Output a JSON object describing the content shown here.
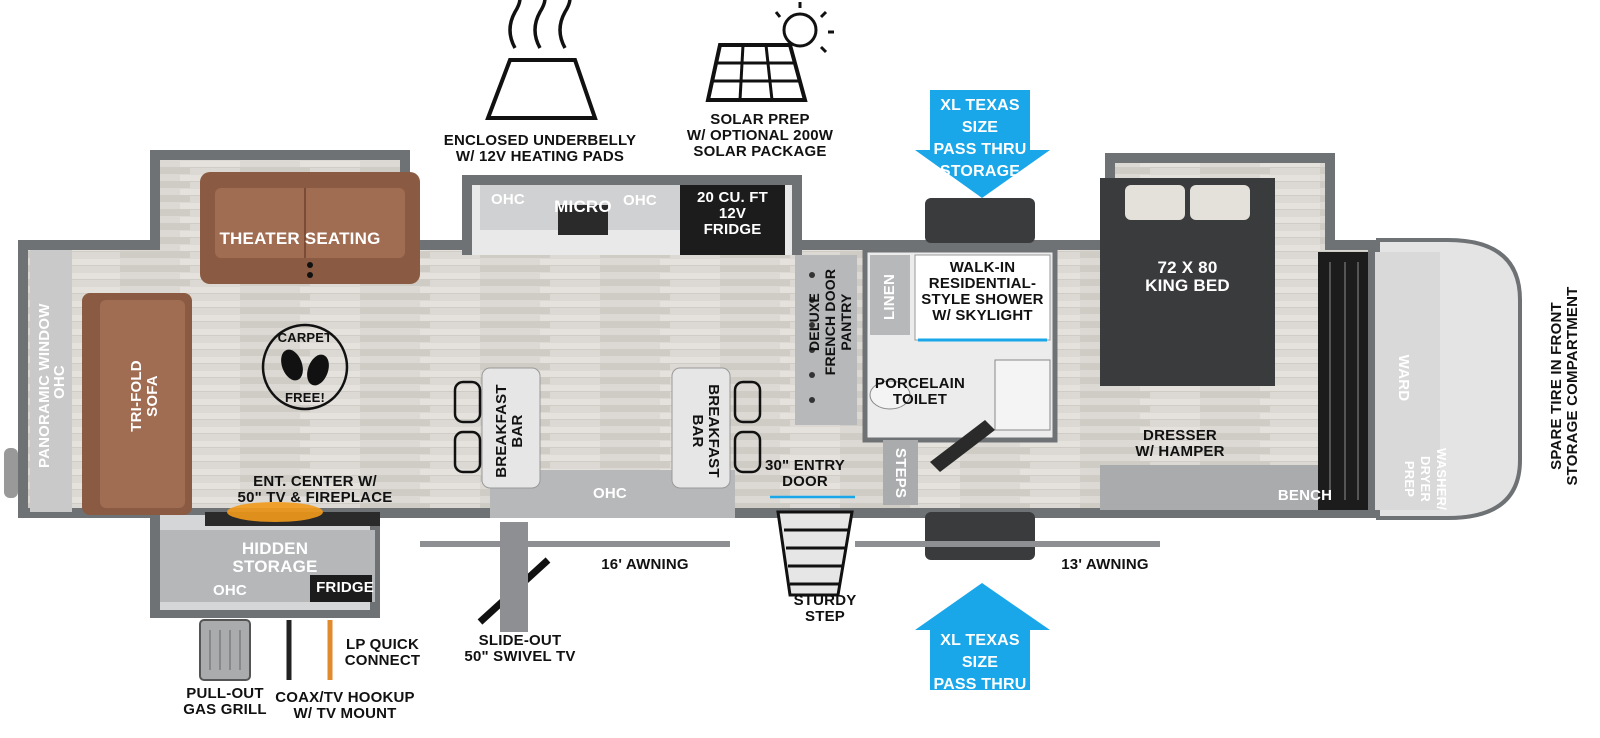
{
  "colors": {
    "wall": "#6f7275",
    "floor": "#d9d6d1",
    "sofa": "#8a5a42",
    "cabinet": "#a9abad",
    "fridge": "#1c1c1c",
    "bed": "#3a3b3d",
    "arrow_blue": "#19a7ea",
    "fireplace": "#f29a1b"
  },
  "icons": {
    "heat": "heating-waves-icon",
    "solar": "solar-panel-icon",
    "carpet_free": "carpet-free-badge-icon"
  },
  "feature_callouts": {
    "underbelly": "ENCLOSED UNDERBELLY\nW/ 12V HEATING PADS",
    "solar": "SOLAR PREP\nW/ OPTIONAL 200W\nSOLAR PACKAGE"
  },
  "storage_arrows": {
    "top": "XL TEXAS SIZE\nPASS THRU\nSTORAGE",
    "bottom": "XL TEXAS SIZE\nPASS THRU\nSTORAGE"
  },
  "rooms": {
    "theater_seating": "THEATER SEATING",
    "panoramic_window": "PANORAMIC WINDOW",
    "ohc_front": "OHC",
    "tri_fold_sofa": "TRI-FOLD\nSOFA",
    "carpet_free_top": "CARPET",
    "carpet_free_bottom": "FREE!",
    "ent_center": "ENT. CENTER W/\n50\" TV & FIREPLACE",
    "hidden_storage": "HIDDEN\nSTORAGE",
    "outdoor_ohc": "OHC",
    "outdoor_fridge": "FRIDGE",
    "kitchen_ohc_left": "OHC",
    "micro": "MICRO",
    "kitchen_ohc_right": "OHC",
    "fridge": "20 CU. FT\n12V\nFRIDGE",
    "breakfast_bar_left": "BREAKFAST\nBAR",
    "breakfast_bar_right": "BREAKFAST\nBAR",
    "island_ohc": "OHC",
    "pantry": "DELUXE\nFRENCH DOOR\nPANTRY",
    "entry_door": "30\" ENTRY\nDOOR",
    "linen": "LINEN",
    "shower": "WALK-IN\nRESIDENTIAL-\nSTYLE SHOWER\nW/ SKYLIGHT",
    "toilet": "PORCELAIN\nTOILET",
    "steps": "STEPS",
    "bed": "72 X 80\nKING BED",
    "dresser": "DRESSER\nW/ HAMPER",
    "bench": "BENCH",
    "ward": "WARD",
    "washer_dryer": "WASHER/\nDRYER\nPREP",
    "spare_tire": "SPARE TIRE IN FRONT\nSTORAGE COMPARTMENT"
  },
  "exterior": {
    "awning_16": "16' AWNING",
    "awning_13": "13' AWNING",
    "sturdy_step": "STURDY\nSTEP",
    "slide_out_tv": "SLIDE-OUT\n50\" SWIVEL TV",
    "gas_grill": "PULL-OUT\nGAS GRILL",
    "coax": "COAX/TV HOOKUP\nW/ TV MOUNT",
    "lp_connect": "LP QUICK\nCONNECT"
  }
}
